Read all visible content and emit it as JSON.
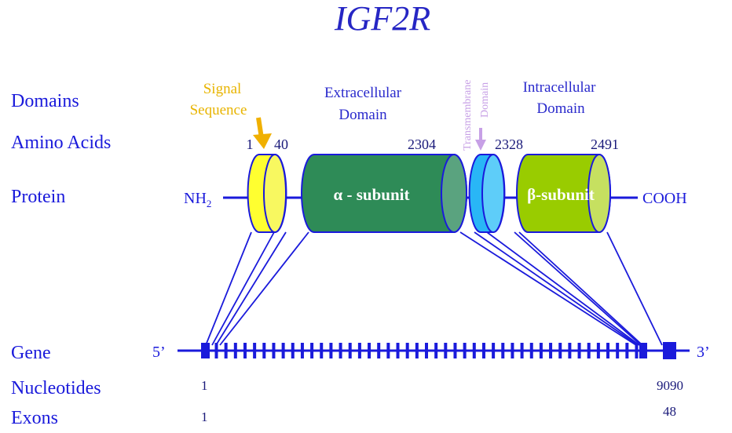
{
  "title": "IGF2R",
  "row_labels": {
    "domains": "Domains",
    "amino_acids": "Amino Acids",
    "protein": "Protein",
    "gene": "Gene",
    "nucleotides": "Nucleotides",
    "exons": "Exons"
  },
  "domain_labels": {
    "signal_line1": "Signal",
    "signal_line2": "Sequence",
    "extracellular_line1": "Extracellular",
    "extracellular_line2": "Domain",
    "transmembrane_line1": "Transmembrane",
    "transmembrane_line2": "Domain",
    "intracellular_line1": "Intracellular",
    "intracellular_line2": "Domain"
  },
  "amino_acid_positions": [
    "1",
    "40",
    "2304",
    "2328",
    "2491"
  ],
  "protein": {
    "n_terminus": "NH",
    "n_terminus_sub": "2",
    "c_terminus": "COOH",
    "alpha_label": "α - subunit",
    "beta_label": "β-subunit"
  },
  "gene": {
    "five_prime": "5’",
    "three_prime": "3’",
    "nucleotide_start": "1",
    "nucleotide_end": "9090",
    "exon_start": "1",
    "exon_end": "48",
    "exon_count": 48
  },
  "colors": {
    "row_label": "#1a1adb",
    "title": "#2626c4",
    "domain_text": "#2a2acc",
    "signal_text": "#e8b400",
    "signal_arrow": "#f0b000",
    "transmembrane_text": "#c7a0e6",
    "line": "#1a1adb",
    "signal_cylinder": "#ffff30",
    "alpha_cylinder": "#2e8b57",
    "transmembrane_cylinder": "#29b6f6",
    "beta_cylinder": "#99cc00"
  }
}
